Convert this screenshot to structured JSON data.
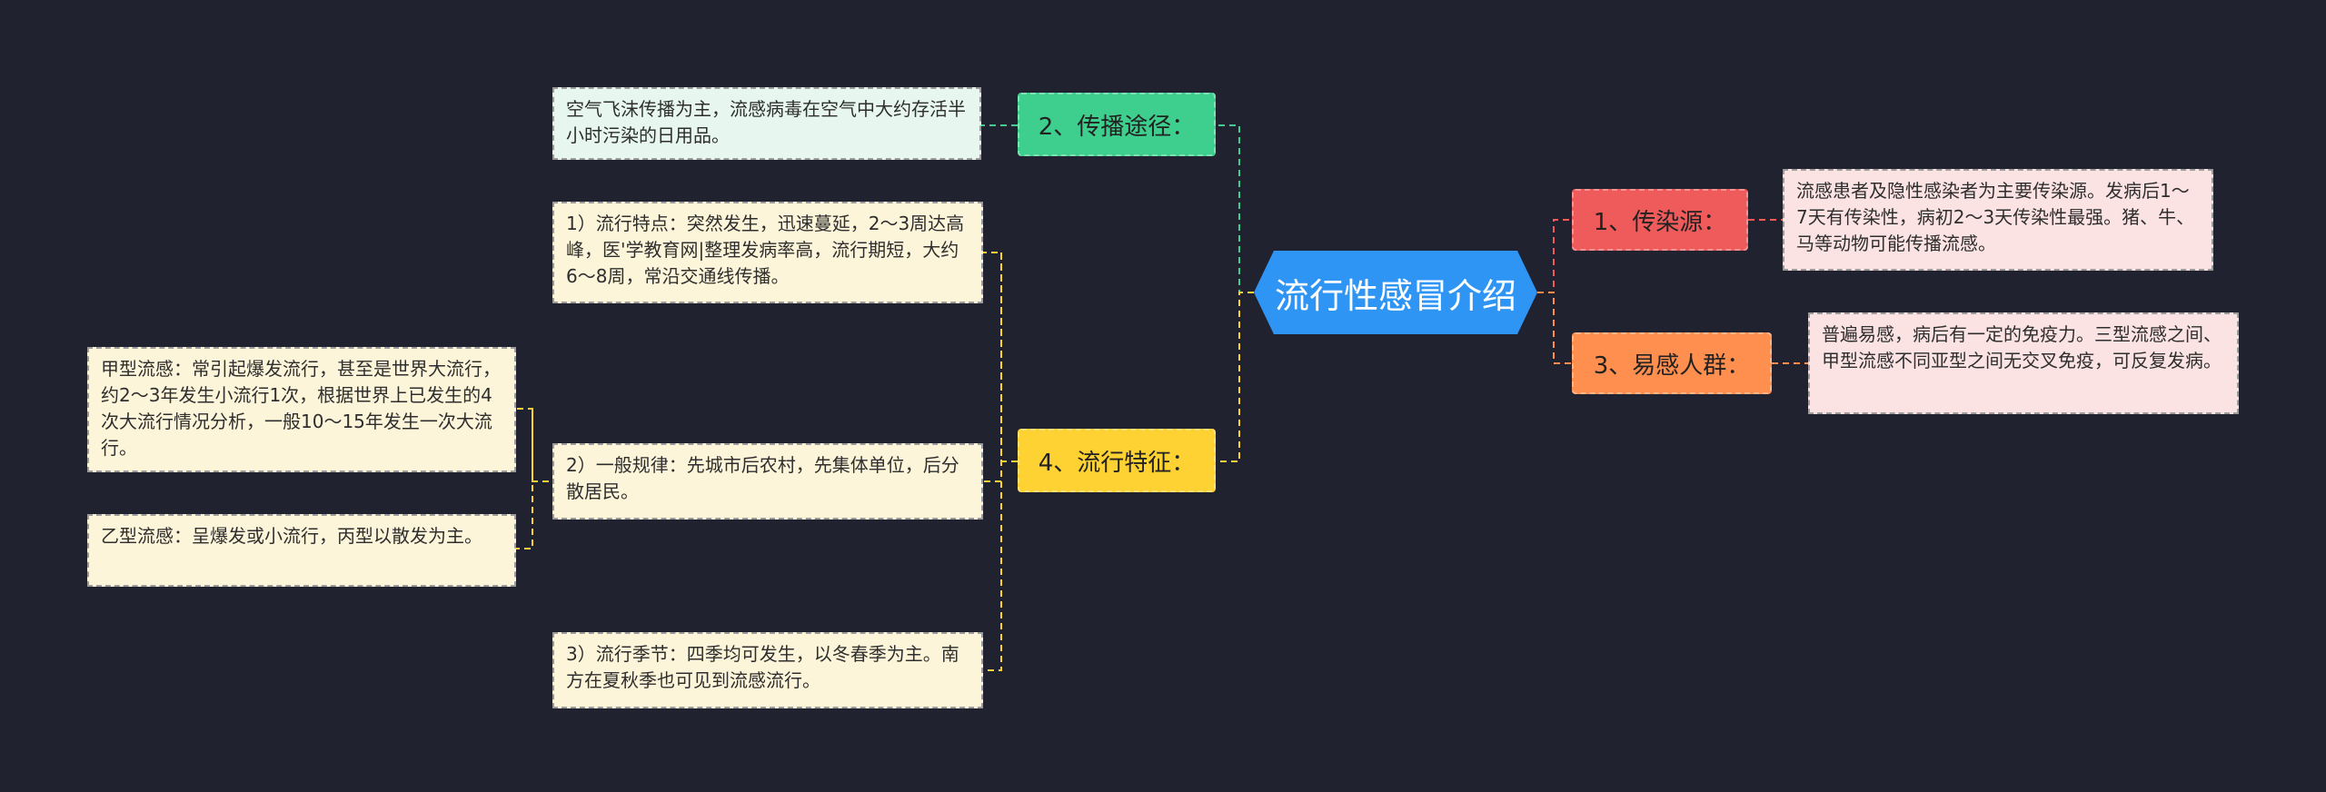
{
  "root": {
    "title": "流行性感冒介绍"
  },
  "branches": {
    "b1": {
      "label": "1、传染源：",
      "color": "#ef5b5b"
    },
    "b2": {
      "label": "2、传播途径：",
      "color": "#3ecf8e"
    },
    "b3": {
      "label": "3、易感人群：",
      "color": "#ff8f4e"
    },
    "b4": {
      "label": "4、流行特征：",
      "color": "#ffd233"
    }
  },
  "leaves": {
    "source": "流感患者及隐性感染者为主要传染源。发病后1～7天有传染性，病初2～3天传染性最强。猪、牛、马等动物可能传播流感。",
    "route": "空气飞沫传播为主，流感病毒在空气中大约存活半小时污染的日用品。",
    "susceptible": "普遍易感，病后有一定的免疫力。三型流感之间、甲型流感不同亚型之间无交叉免疫，可反复发病。",
    "feature1": "1）流行特点：突然发生，迅速蔓延，2～3周达高峰，医'学教育网|整理发病率高，流行期短，大约6～8周，常沿交通线传播。",
    "feature2": "2）一般规律：先城市后农村，先集体单位，后分散居民。",
    "feature3": "3）流行季节：四季均可发生，以冬春季为主。南方在夏秋季也可见到流感流行。",
    "typeA": "甲型流感：常引起爆发流行，甚至是世界大流行，约2～3年发生小流行1次，根据世界上已发生的4次大流行情况分析，一般10～15年发生一次大流行。",
    "typeB": "乙型流感：呈爆发或小流行，丙型以散发为主。"
  }
}
